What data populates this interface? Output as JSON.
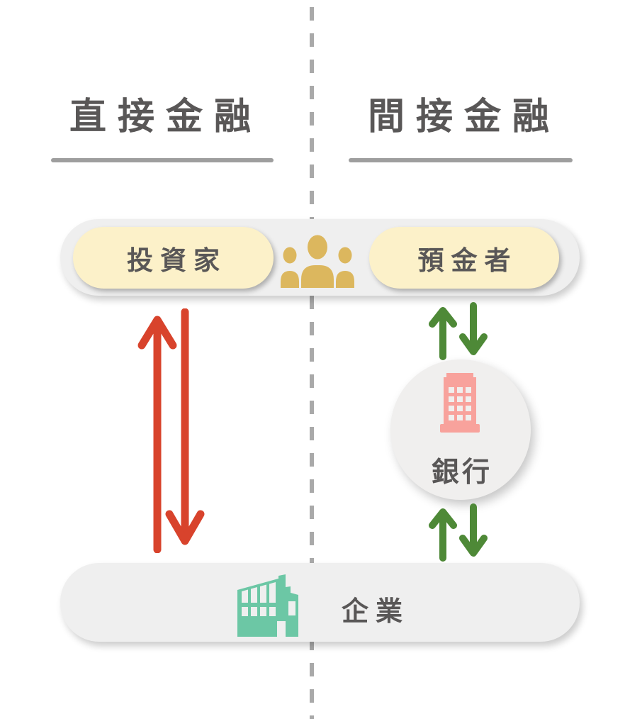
{
  "sections": {
    "left": {
      "title": "直接金融"
    },
    "right": {
      "title": "間接金融"
    }
  },
  "entities": {
    "investor": {
      "label": "投資家"
    },
    "depositor": {
      "label": "預金者"
    },
    "bank": {
      "label": "銀行"
    },
    "company": {
      "label": "企業"
    }
  },
  "icons": {
    "people_group": "people-group-icon",
    "bank_building": "bank-building-icon",
    "company_building": "company-building-icon"
  },
  "flows": {
    "direct": {
      "from": "投資家",
      "to": "企業",
      "direction": "two-way",
      "color": "#d8432c"
    },
    "indirect_upper": {
      "from": "預金者",
      "to": "銀行",
      "direction": "two-way",
      "color": "#4e8937"
    },
    "indirect_lower": {
      "from": "銀行",
      "to": "企業",
      "direction": "two-way",
      "color": "#4e8937"
    }
  },
  "colors": {
    "title_text": "#595757",
    "underline": "#9e9e9e",
    "divider_dash": "#a9a9a9",
    "bar_background": "#efefef",
    "pill_background": "#fcf1c9",
    "people_gold": "#dcb75e",
    "red_arrow": "#d8432c",
    "green_arrow": "#4e8937",
    "bank_pink": "#f8a29c",
    "company_teal": "#6cc7a5"
  }
}
